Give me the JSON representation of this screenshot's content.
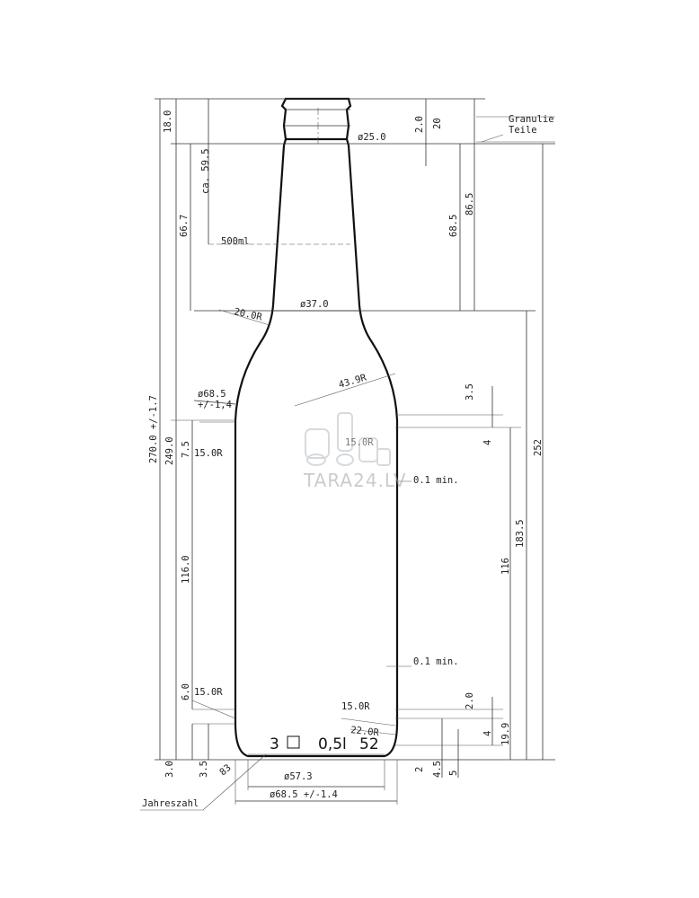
{
  "labels": {
    "granulie": "Granulie",
    "teile": "Teile",
    "jahreszahl": "Jahreszahl",
    "watermark": "TARA24.LV",
    "volume_mark": "500ml",
    "bottom_code_left": "3",
    "bottom_code_volume": "0,5l",
    "bottom_code_right": "52"
  },
  "dimensions": {
    "d_25_0": "ø25.0",
    "d_37_0": "ø37.0",
    "d_57_3": "ø57.3",
    "d_68_5_bottom": "ø68.5 +/-1.4",
    "d_68_5_side": "ø68.5",
    "d_68_5_tol": "+/-1,4",
    "r_20_0": "20.0R",
    "r_43_9": "43.9R",
    "r_15_0_shoulder": "15.0R",
    "r_15_0_heel_left": "15.0R",
    "r_15_0_heel_right": "15.0R",
    "r_15_0_center": "15.0R",
    "r_22_0": "22.0R",
    "wall_top": "0.1 min.",
    "wall_bottom": "0.1 min.",
    "h_18_0": "18.0",
    "h_ca_59_5": "ca. 59.5",
    "h_66_7": "66.7",
    "h_270": "270.0 +/-1.7",
    "h_249": "249.0",
    "h_7_5": "7.5",
    "h_116_0": "116.0",
    "h_6_0": "6.0",
    "h_3_0": "3.0",
    "h_3_5": "3.5",
    "h_83": "83",
    "h_2_0_top": "2.0",
    "h_20": "20",
    "h_68_5": "68.5",
    "h_86_5": "86.5",
    "h_3_5_right": "3.5",
    "h_4_right": "4",
    "h_252": "252",
    "h_183_5": "183.5",
    "h_116": "116",
    "h_2_0_bottom": "2.0",
    "h_4_bottom": "4",
    "h_19_9": "19.9",
    "h_2": "2",
    "h_4_5": "4.5",
    "h_5": "5"
  }
}
